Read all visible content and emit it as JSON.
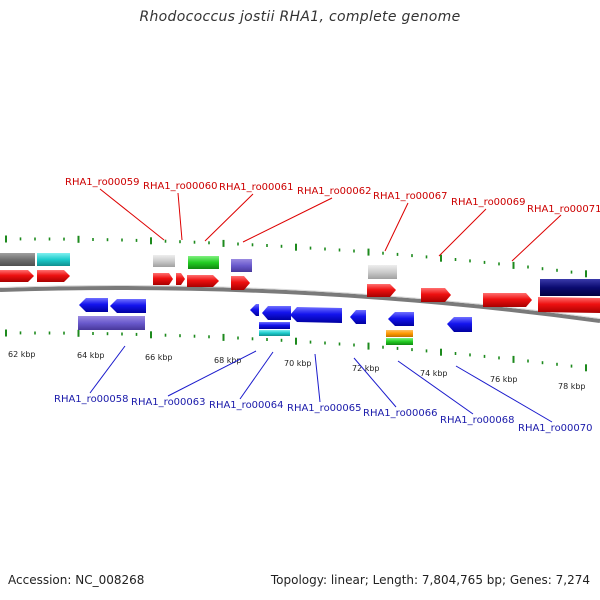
{
  "title": "Rhodococcus jostii RHA1, complete genome",
  "footer": {
    "accession": "Accession: NC_008268",
    "topology": "Topology: linear; Length: 7,804,765 bp; Genes: 7,274"
  },
  "colors": {
    "backbone": "#808080",
    "tick": "#1d8a1d",
    "forward_gene": "#ee1111",
    "reverse_gene": "#1a1aee",
    "top_label": "#cc0000",
    "bottom_label": "#1a1aaa"
  },
  "axis_labels": [
    "62 kbp",
    "64 kbp",
    "66 kbp",
    "68 kbp",
    "70 kbp",
    "72 kbp",
    "74 kbp",
    "76 kbp",
    "78 kbp"
  ],
  "top_gene_labels": [
    "RHA1_ro00059",
    "RHA1_ro00060",
    "RHA1_ro00061",
    "RHA1_ro00062",
    "RHA1_ro00067",
    "RHA1_ro00069",
    "RHA1_ro00071"
  ],
  "bottom_gene_labels": [
    "RHA1_ro00058",
    "RHA1_ro00063",
    "RHA1_ro00064",
    "RHA1_ro00065",
    "RHA1_ro00066",
    "RHA1_ro00068",
    "RHA1_ro00070"
  ]
}
